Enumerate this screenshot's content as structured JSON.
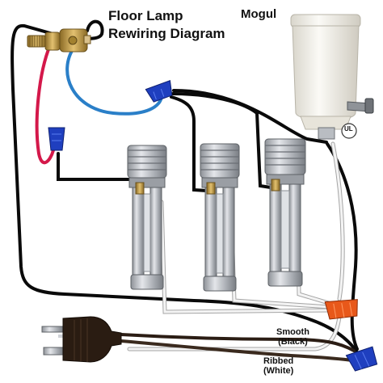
{
  "title": {
    "line1": "Floor Lamp",
    "line2": "Rewiring Diagram"
  },
  "mogul_label": "Mogul",
  "ul_mark": "UL",
  "wire_labels": {
    "smooth": "Smooth",
    "smooth_sub": "(Black)",
    "ribbed": "Ribbed",
    "ribbed_sub": "(White)"
  },
  "colors": {
    "black_wire": "#0a0a0a",
    "white_wire": "#f2f2f2",
    "red_wire": "#d4184a",
    "blue_wire": "#2a7fc8",
    "wire_nut_blue": "#1f3fbf",
    "wire_nut_orange": "#e8581a",
    "brass": "#c9a24a",
    "nickel": "#b8bcc2",
    "porcelain": "#f1efe8"
  }
}
